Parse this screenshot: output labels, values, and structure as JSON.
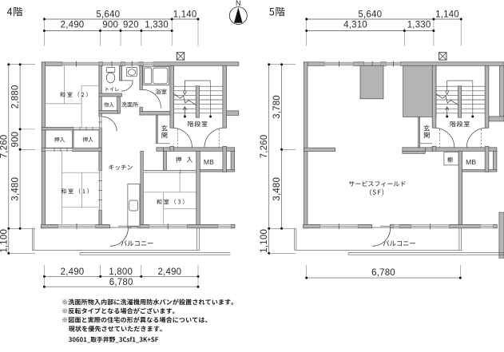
{
  "colors": {
    "wall_fill": "#b4b4b4",
    "wall_stroke": "#4f4f4f",
    "dim_text": "#2a2a2a",
    "label_text": "#1a1a1a",
    "background": "#ffffff"
  },
  "compass": {
    "label": "N",
    "icon": "north-arrow-icon"
  },
  "plan4": {
    "title": "4階",
    "dims": {
      "top_total": "5,640",
      "top_right": "1,140",
      "top_segments": [
        "2,490",
        "900",
        "920",
        "1,330"
      ],
      "left_total": "7,260",
      "left_segments": [
        "2,880",
        "900",
        "3,480"
      ],
      "left_balcony": "1,100",
      "bottom_segments": [
        "2,490",
        "1,800",
        "2,490"
      ],
      "bottom_total": "6,780"
    },
    "rooms": {
      "washitsu2": "和室（2）",
      "toilet": "トイレ",
      "monoiri": "物入",
      "senmenjo": "洗面所",
      "yokushitsu": "浴室",
      "genkan": "玄関",
      "kaidanshitsu": "階段室",
      "oshiire_left": "押入",
      "oshiire_right": "押入",
      "oshiire_3": "押入",
      "meter_box": "MB",
      "kitchen": "キッチン",
      "washitsu1": "和室（1）",
      "washitsu3": "和室（3）",
      "balcony": "バルコニー"
    },
    "symbols": {
      "shaft": "crossed-box-symbol"
    }
  },
  "plan5": {
    "title": "5階",
    "dims": {
      "top_total": "5,640",
      "top_right": "1,140",
      "top_segments": [
        "4,310",
        "1,330"
      ],
      "left_total": "7,260",
      "left_segments": [
        "3,780",
        "3,480"
      ],
      "left_balcony": "1,100",
      "bottom_total": "6,780"
    },
    "rooms": {
      "service_field_line1": "サービスフィールド",
      "service_field_line2": "(SF)",
      "genkan": "玄関",
      "kaidanshitsu": "階段室",
      "tana": "棚",
      "meter_box": "MB",
      "balcony": "バルコニー"
    },
    "symbols": {
      "shaft": "crossed-box-symbol"
    }
  },
  "notes": {
    "lines": [
      "※洗面所物入内部に洗濯機用防水パンが設置されています。",
      "※反転タイプとなる場合がございます。",
      "※図面と実際の住宅の形が異なる場合については、",
      "現状を優先させていただきます。"
    ],
    "drawing_code": "30601_取手井野_3Csf1_3K+SF"
  }
}
